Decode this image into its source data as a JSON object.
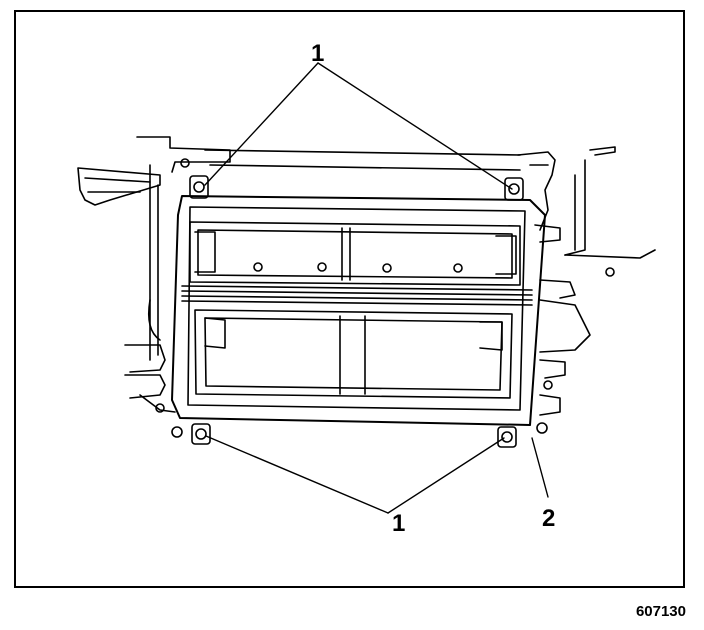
{
  "figure": {
    "id": "607130",
    "callouts": {
      "top": "1",
      "bottom": "1",
      "right": "2"
    }
  },
  "colors": {
    "ink": "#000000",
    "paper": "#ffffff"
  }
}
